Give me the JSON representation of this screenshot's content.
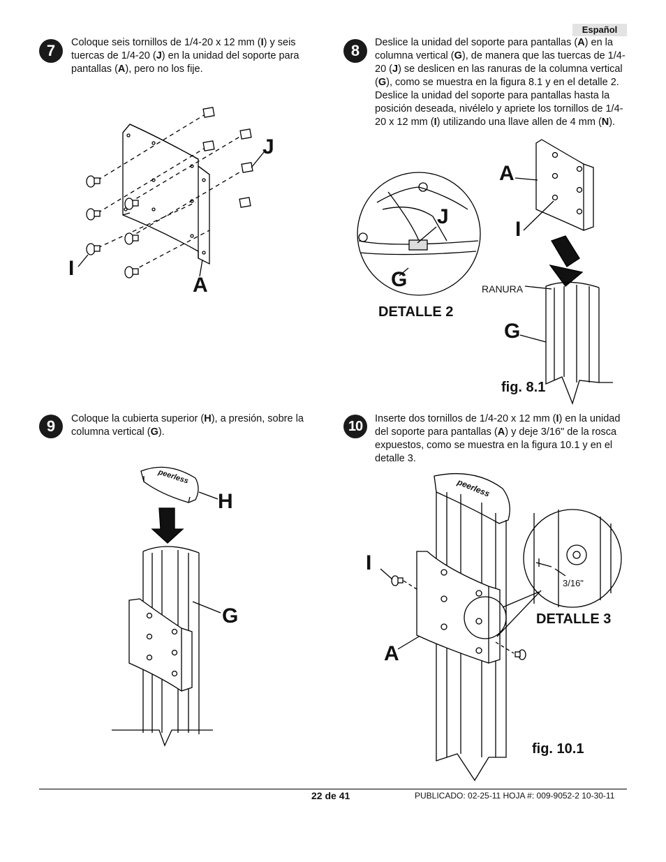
{
  "header": {
    "language": "Español"
  },
  "steps": [
    {
      "number": "7",
      "parts": [
        "Coloque seis tornillos de 1/4-20 x 12 mm (",
        "I",
        ") y seis tuercas de 1/4-20 (",
        "J",
        ") en la unidad del soporte para pantallas (",
        "A",
        "), pero no los fije."
      ]
    },
    {
      "number": "8",
      "parts": [
        "Deslice la unidad del soporte para pantallas (",
        "A",
        ") en la columna vertical (",
        "G",
        "), de manera que las tuercas de 1/4-20 (",
        "J",
        ") se deslicen en las ranuras de la columna vertical (",
        "G",
        "), como se muestra en la figura 8.1 y en el detalle 2. Deslice la unidad del soporte para pantallas hasta la posición deseada, nivélelo y apriete los tornillos de 1/4-20 x 12 mm (",
        "I",
        ") utilizando una llave allen de 4 mm (",
        "N",
        ")."
      ]
    },
    {
      "number": "9",
      "parts": [
        "Coloque la cubierta superior (",
        "H",
        "), a presión, sobre la columna vertical (",
        "G",
        ")."
      ]
    },
    {
      "number": "10",
      "parts": [
        "Inserte dos tornillos de 1/4-20 x 12 mm (",
        "I",
        ") en la unidad del soporte para pantallas (",
        "A",
        ") y deje 3/16\" de la rosca expuestos, como se muestra en la figura 10.1 y en el detalle 3."
      ]
    }
  ],
  "figures": {
    "step7": {
      "label_j": "J",
      "label_i": "I",
      "label_a": "A"
    },
    "step8": {
      "label_a": "A",
      "label_i": "I",
      "label_j": "J",
      "label_g_detail": "G",
      "label_g": "G",
      "slot_label": "RANURA",
      "detail_caption": "DETALLE 2",
      "fig_caption": "fig. 8.1"
    },
    "step9": {
      "label_h": "H",
      "label_g": "G",
      "logo_text": "peerless"
    },
    "step10": {
      "label_i": "I",
      "label_a": "A",
      "measure": "3/16\"",
      "detail_caption": "DETALLE 3",
      "fig_caption": "fig. 10.1",
      "logo_text": "peerless"
    }
  },
  "footer": {
    "page": "22 de 41",
    "published": "PUBLICADO: 02-25-11  HOJA #: 009-9052-2  10-30-11"
  }
}
